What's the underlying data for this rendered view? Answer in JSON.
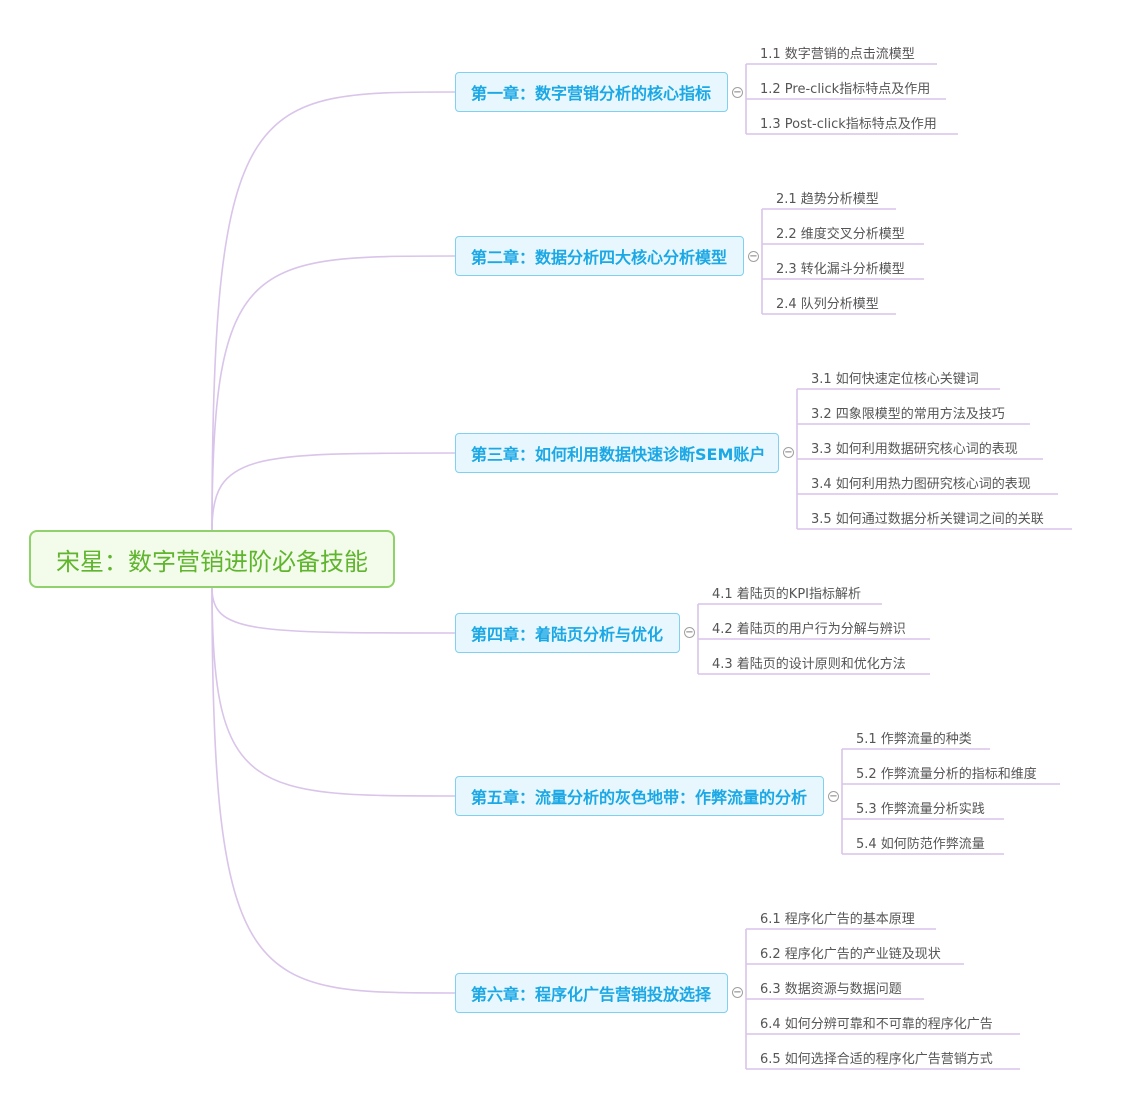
{
  "root": {
    "title": "宋星：数字营销进阶必备技能"
  },
  "chapters": [
    {
      "title": "第一章：数字营销分析的核心指标",
      "topics": [
        "1.1 数字营销的点击流模型",
        "1.2 Pre-click指标特点及作用",
        "1.3 Post-click指标特点及作用"
      ]
    },
    {
      "title": "第二章：数据分析四大核心分析模型",
      "topics": [
        "2.1 趋势分析模型",
        "2.2 维度交叉分析模型",
        "2.3 转化漏斗分析模型",
        "2.4 队列分析模型"
      ]
    },
    {
      "title": "第三章：如何利用数据快速诊断SEM账户",
      "topics": [
        "3.1 如何快速定位核心关键词",
        "3.2 四象限模型的常用方法及技巧",
        "3.3 如何利用数据研究核心词的表现",
        "3.4 如何利用热力图研究核心词的表现",
        "3.5 如何通过数据分析关键词之间的关联"
      ]
    },
    {
      "title": "第四章：着陆页分析与优化",
      "topics": [
        "4.1 着陆页的KPI指标解析",
        "4.2 着陆页的用户行为分解与辨识",
        "4.3 着陆页的设计原则和优化方法"
      ]
    },
    {
      "title": "第五章：流量分析的灰色地带：作弊流量的分析",
      "topics": [
        "5.1 作弊流量的种类",
        "5.2 作弊流量分析的指标和维度",
        "5.3 作弊流量分析实践",
        "5.4 如何防范作弊流量"
      ]
    },
    {
      "title": "第六章：程序化广告营销投放选择",
      "topics": [
        "6.1 程序化广告的基本原理",
        "6.2 程序化广告的产业链及现状",
        "6.3 数据资源与数据问题",
        "6.4 如何分辨可靠和不可靠的程序化广告",
        "6.5 如何选择合适的程序化广告营销方式"
      ]
    }
  ],
  "colors": {
    "root_border": "#8fd16a",
    "root_text": "#5fb52c",
    "chapter_border": "#7fd0f1",
    "chapter_text": "#1ba8e5",
    "connector": "#d9c4ea"
  }
}
